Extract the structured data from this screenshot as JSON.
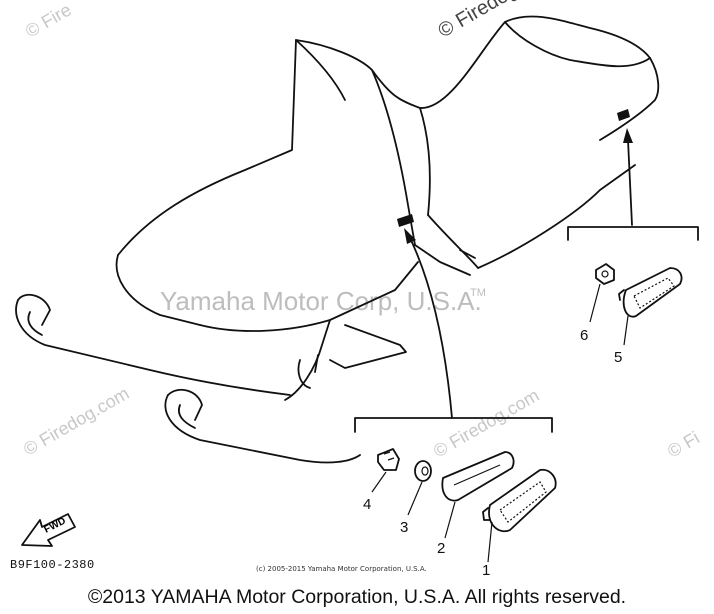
{
  "watermarks": {
    "top_right": "© Firedog.com",
    "top_left": "© Fire",
    "center": "Yamaha Motor Corp, U.S.A.",
    "trademark": "TM",
    "mid_left": "© Firedog.com",
    "bottom_right": "© Firedog.com",
    "right_edge": "© Fi"
  },
  "labels": {
    "fwd": "FWD",
    "part_1": "1",
    "part_2": "2",
    "part_3": "3",
    "part_4": "4",
    "part_5": "5",
    "part_6": "6"
  },
  "reference_code": "B9F100-2380",
  "small_copyright": "(c) 2005-2015 Yamaha Motor Corporation, U.S.A.",
  "copyright": "©2013 YAMAHA Motor Corporation, U.S.A. All rights reserved."
}
